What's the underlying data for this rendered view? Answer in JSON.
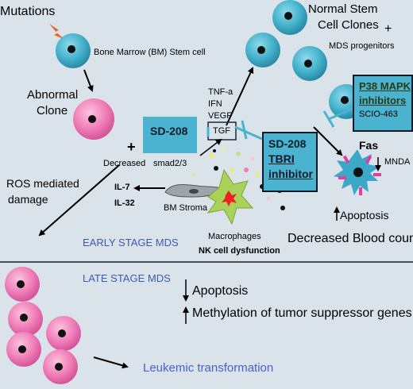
{
  "labels": {
    "mutations": "Mutations",
    "bm_stem_cell": "Bone Marrow (BM) Stem cell",
    "abnormal_clone_1": "Abnormal",
    "abnormal_clone_2": "Clone",
    "normal_stem_1": "Normal Stem",
    "normal_stem_2": "Cell Clones",
    "plus_top": "+",
    "mds_progenitors": "MDS progenitors",
    "plus_mid": "+",
    "decreased": "Decreased",
    "smad": "smad2/3",
    "tnfa": "TNF-a",
    "ifn": "IFN",
    "vegf": "VEGF",
    "tgf": "TGF",
    "ros_1": "ROS mediated",
    "ros_2": "damage",
    "il7": "IL-7",
    "il32": "IL-32",
    "bm_stroma": "BM Stroma",
    "macrophages": "Macrophages",
    "nk_dysfunction": "NK cell dysfunction",
    "early_stage": "EARLY STAGE MDS",
    "fas": "Fas",
    "mnda": "MNDA",
    "apoptosis_up": "Apoptosis",
    "decreased_blood": "Decreased Blood counts",
    "late_stage": "LATE STAGE MDS",
    "late_apoptosis": "Apoptosis",
    "methylation": "Methylation of tumor suppressor genes",
    "leukemic": "Leukemic transformation"
  },
  "boxes": {
    "sd208_left": "SD-208",
    "sd208_right_1": "SD-208",
    "sd208_right_2": "TBRI",
    "sd208_right_3": "inhibitor",
    "p38_1": "P38 MAPK",
    "p38_2": "inhibitors",
    "scio": "SCIO-463"
  },
  "colors": {
    "background": "#dbe3ea",
    "stem_cell": "#45b2cc",
    "abnormal_cell": "#f07fb8",
    "box_fill": "#4bb3cf",
    "stage_text": "#3c5ab0",
    "leukemic_text": "#4a5fcb",
    "macrophage": "#a8d25a"
  }
}
